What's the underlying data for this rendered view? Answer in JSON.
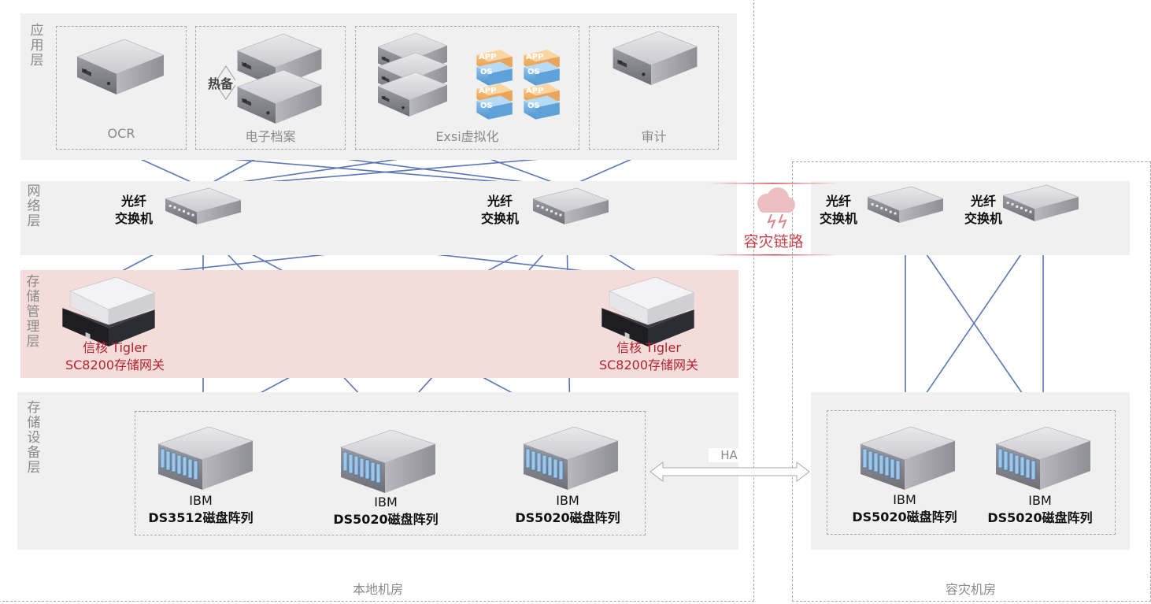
{
  "layers": {
    "application": "应用层",
    "network": "网络层",
    "storage_management": "存储管理层",
    "storage_device": "存储设备层"
  },
  "apps": {
    "ocr": "OCR",
    "archive": "电子档案",
    "archive_tag": "热备",
    "virtual": "Exsi虚拟化",
    "audit": "审计",
    "vm_app": "APP",
    "vm_os": "OS"
  },
  "switch_label": [
    "光纤",
    "交换机"
  ],
  "gateway": {
    "line1": "信核 Tigler",
    "line2": "SC8200存储网关"
  },
  "arrays": {
    "local": [
      {
        "line1": "IBM",
        "line2": "DS3512磁盘阵列"
      },
      {
        "line1": "IBM",
        "line2": "DS5020磁盘阵列"
      },
      {
        "line1": "IBM",
        "line2": "DS5020磁盘阵列"
      }
    ],
    "dr": [
      {
        "line1": "IBM",
        "line2": "DS5020磁盘阵列"
      },
      {
        "line1": "IBM",
        "line2": "DS5020磁盘阵列"
      }
    ]
  },
  "ha_label": "HA",
  "dr_link": "容灾链路",
  "rooms": {
    "local": "本地机房",
    "dr": "容灾机房"
  },
  "colors": {
    "line": "#5b77b5",
    "accent_red": "#b3232f",
    "band": "#f1f0f0",
    "band_pink": "#f3dcda"
  }
}
